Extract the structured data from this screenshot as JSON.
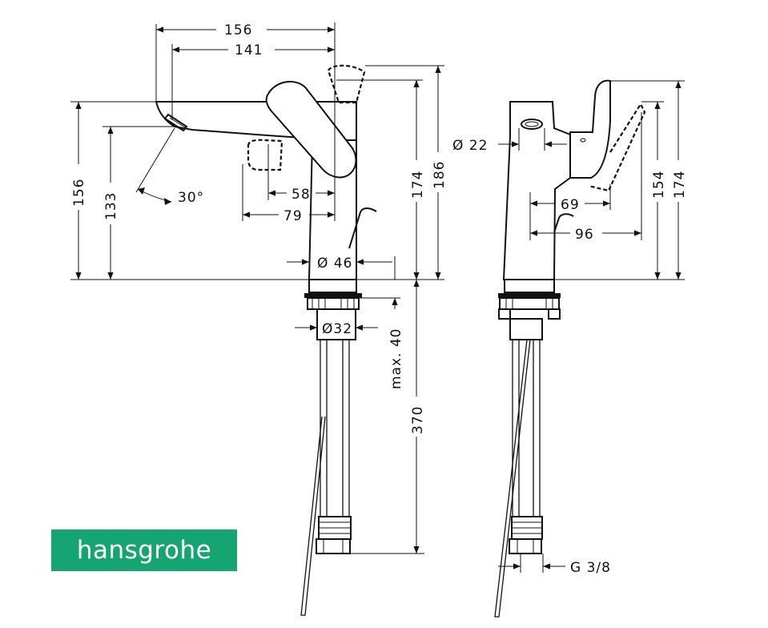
{
  "brand": {
    "logo_text": "hansgrohe",
    "logo_color": "#14a572"
  },
  "dimensions": {
    "spout_reach_total": "156",
    "spout_reach_aerator": "141",
    "lever_offset_58": "58",
    "lever_offset_79": "79",
    "body_diameter": "Ø 46",
    "angle": "30°",
    "height_156": "156",
    "height_133": "133",
    "height_174_front": "174",
    "height_186": "186",
    "shank_diameter": "Ø32",
    "max_thickness": "max. 40",
    "hose_length": "370",
    "outlet_diameter": "Ø 22",
    "side_69": "69",
    "side_96": "96",
    "side_154": "154",
    "side_174": "174",
    "connection_thread": "G 3/8"
  }
}
